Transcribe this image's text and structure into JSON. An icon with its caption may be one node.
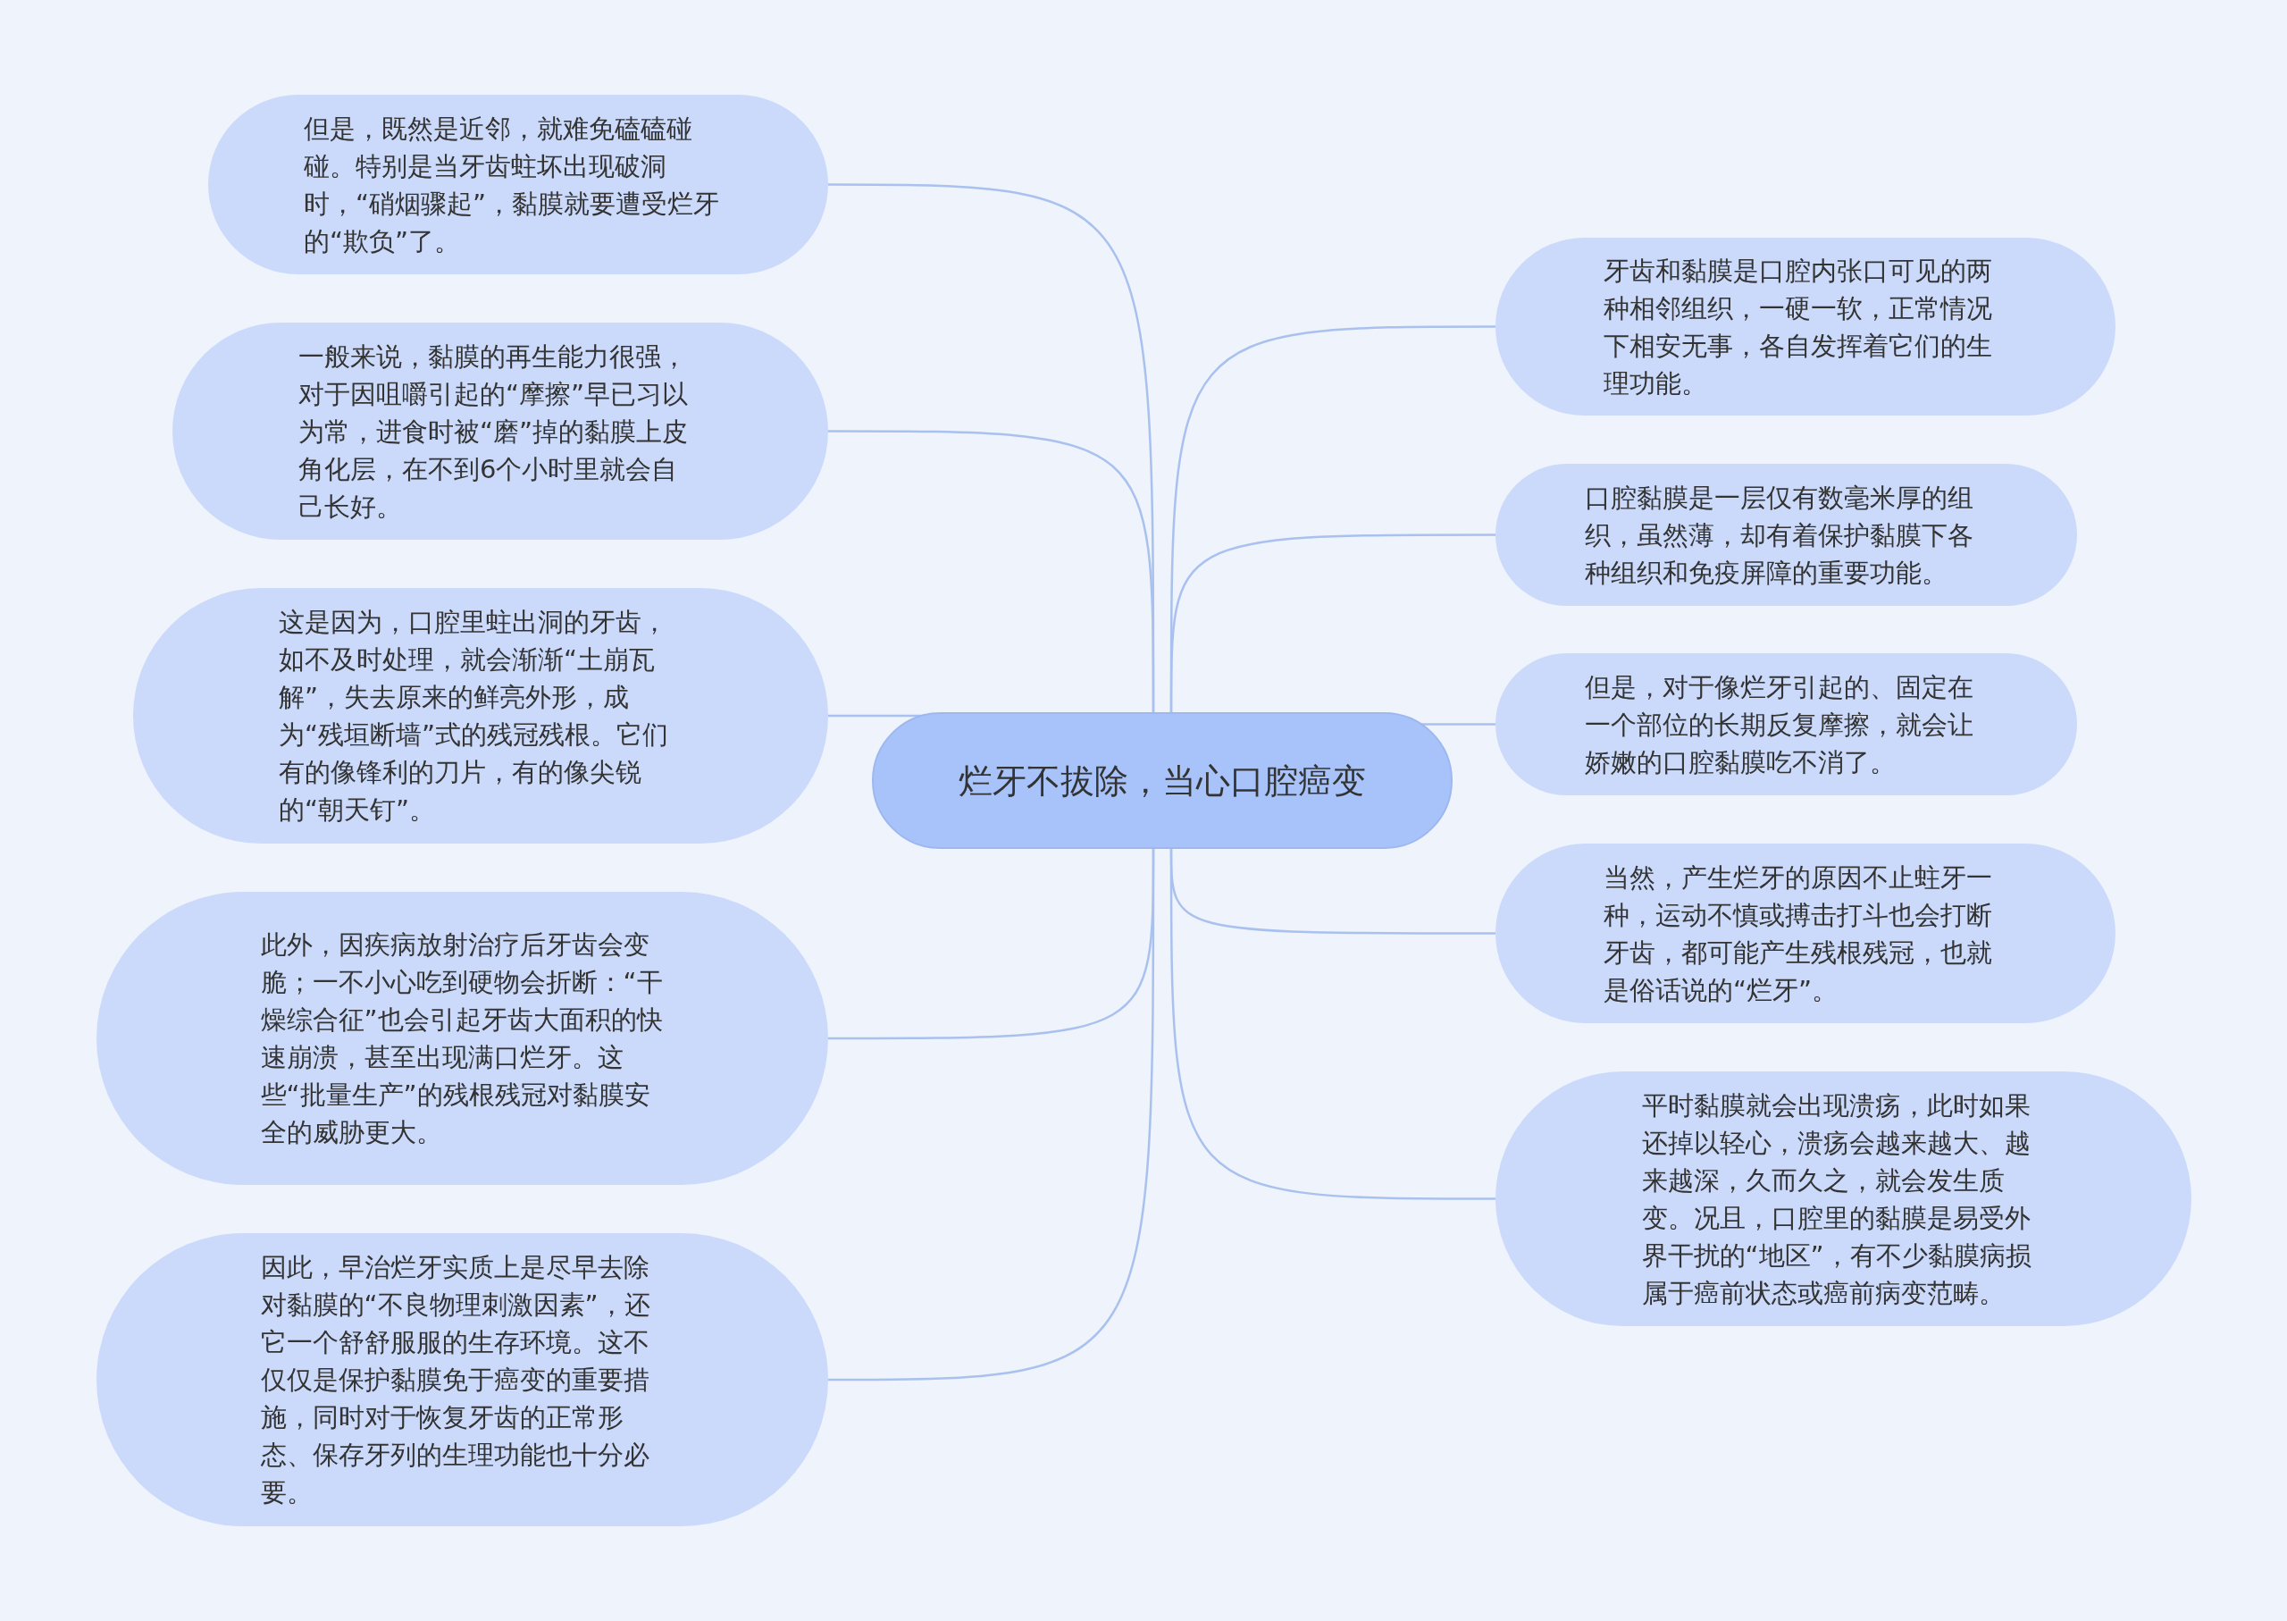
{
  "diagram": {
    "nodes": [
      {
        "text": [
          "烂牙不拔除，当心口腔癌变"
        ]
      },
      {
        "text": [
          "但是，既然是近邻，就难免磕磕碰碰。特别是当牙齿蛀坏出现破洞时，“硝烟骤起”，黏膜就要遭受烂牙的“欺负”了。"
        ]
      },
      {
        "text": [
          "一般来说，黏膜的再生能力很强，对于因咀嚼引起的“摩擦”早已习以为常，进食时被“磨”掉的黏膜上皮角化层，在不到6个小时里就会自己长好。"
        ]
      },
      {
        "text": [
          "这是因为，口腔里蛀出洞的牙齿，如不及时处理，就会渐渐“土崩瓦解”，失去原来的鲜亮外形，成为“残垣断墙”式的残冠残根。它们有的像锋利的刀片，有的像尖锐的“朝天钉”。"
        ]
      },
      {
        "text": [
          "此外，因疾病放射治疗后牙齿会变脆；一不小心吃到硬物会折断：“干燥综合征”也会引起牙齿大面积的快速崩溃，甚至出现满口烂牙。这些“批量生产”的残根残冠对黏膜安全的威胁更大。"
        ]
      },
      {
        "text": [
          "因此，早治烂牙实质上是尽早去除对黏膜的“不良物理刺激因素”，还它一个舒舒服服的生存环境。这不仅仅是保护黏膜免于癌变的重要措施，同时对于恢复牙齿的正常形态、保存牙列的生理功能也十分必要。"
        ]
      },
      {
        "text": [
          "牙齿和黏膜是口腔内张口可见的两种相邻组织，一硬一软，正常情况下相安无事，各自发挥着它们的生理功能。"
        ]
      },
      {
        "text": [
          "口腔黏膜是一层仅有数毫米厚的组织，虽然薄，却有着保护黏膜下各种组织和免疫屏障的重要功能。"
        ]
      },
      {
        "text": [
          "但是，对于像烂牙引起的、固定在一个部位的长期反复摩擦，就会让娇嫩的口腔黏膜吃不消了。"
        ]
      },
      {
        "text": [
          "当然，产生烂牙的原因不止蛀牙一种，运动不慎或搏击打斗也会打断牙齿，都可能产生残根残冠，也就是俗话说的“烂牙”。"
        ]
      },
      {
        "text": [
          "平时黏膜就会出现溃疡，此时如果还掉以轻心，溃疡会越来越大、越来越深，久而久之，就会发生质变。况且，口腔里的黏膜是易受外界干扰的“地区”，有不少黏膜病损属于癌前状态或癌前病变范畴。"
        ]
      }
    ],
    "edges": [
      {
        "from": 0,
        "to": 1,
        "arrow": "none"
      },
      {
        "from": 0,
        "to": 2,
        "arrow": "none"
      },
      {
        "from": 0,
        "to": 3,
        "arrow": "none"
      },
      {
        "from": 0,
        "to": 4,
        "arrow": "none"
      },
      {
        "from": 0,
        "to": 5,
        "arrow": "none"
      },
      {
        "from": 0,
        "to": 6,
        "arrow": "none"
      },
      {
        "from": 0,
        "to": 7,
        "arrow": "none"
      },
      {
        "from": 0,
        "to": 8,
        "arrow": "none"
      },
      {
        "from": 0,
        "to": 9,
        "arrow": "none"
      },
      {
        "from": 0,
        "to": 10,
        "arrow": "none"
      }
    ]
  }
}
